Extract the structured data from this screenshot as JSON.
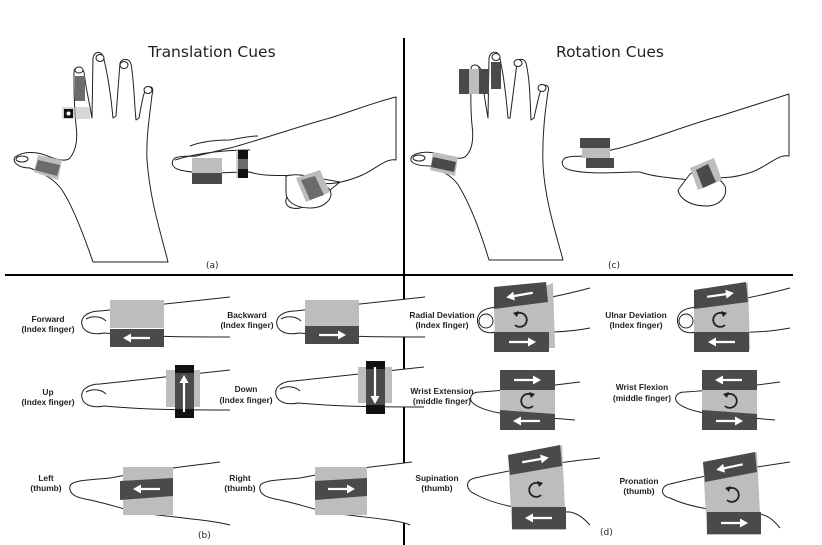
{
  "figure": {
    "titles": {
      "translation": "Translation Cues",
      "rotation": "Rotation Cues"
    },
    "panel_labels": {
      "a": "(a)",
      "b": "(b)",
      "c": "(c)",
      "d": "(d)"
    },
    "colors": {
      "light_band": "#bdbdbd",
      "dark_band": "#4a4a4a",
      "black_band": "#111111",
      "outline": "#231f20"
    },
    "translation_cues": [
      {
        "name": "Forward",
        "finger": "(Index finger)",
        "arrow": "left"
      },
      {
        "name": "Backward",
        "finger": "(Index finger)",
        "arrow": "right"
      },
      {
        "name": "Up",
        "finger": "(Index finger)",
        "arrow": "up"
      },
      {
        "name": "Down",
        "finger": "(Index finger)",
        "arrow": "down"
      },
      {
        "name": "Left",
        "finger": "(thumb)",
        "arrow": "left"
      },
      {
        "name": "Right",
        "finger": "(thumb)",
        "arrow": "right"
      }
    ],
    "rotation_cues": [
      {
        "name": "Radial Deviation",
        "finger": "(Index finger)",
        "rotation": "counterclockwise"
      },
      {
        "name": "Ulnar Deviation",
        "finger": "(Index finger)",
        "rotation": "clockwise"
      },
      {
        "name": "Wrist Extension",
        "finger": "(middle finger)",
        "rotation": "clockwise"
      },
      {
        "name": "Wrist Flexion",
        "finger": "(middle finger)",
        "rotation": "counterclockwise"
      },
      {
        "name": "Supination",
        "finger": "(thumb)",
        "rotation": "clockwise"
      },
      {
        "name": "Pronation",
        "finger": "(thumb)",
        "rotation": "counterclockwise"
      }
    ]
  }
}
